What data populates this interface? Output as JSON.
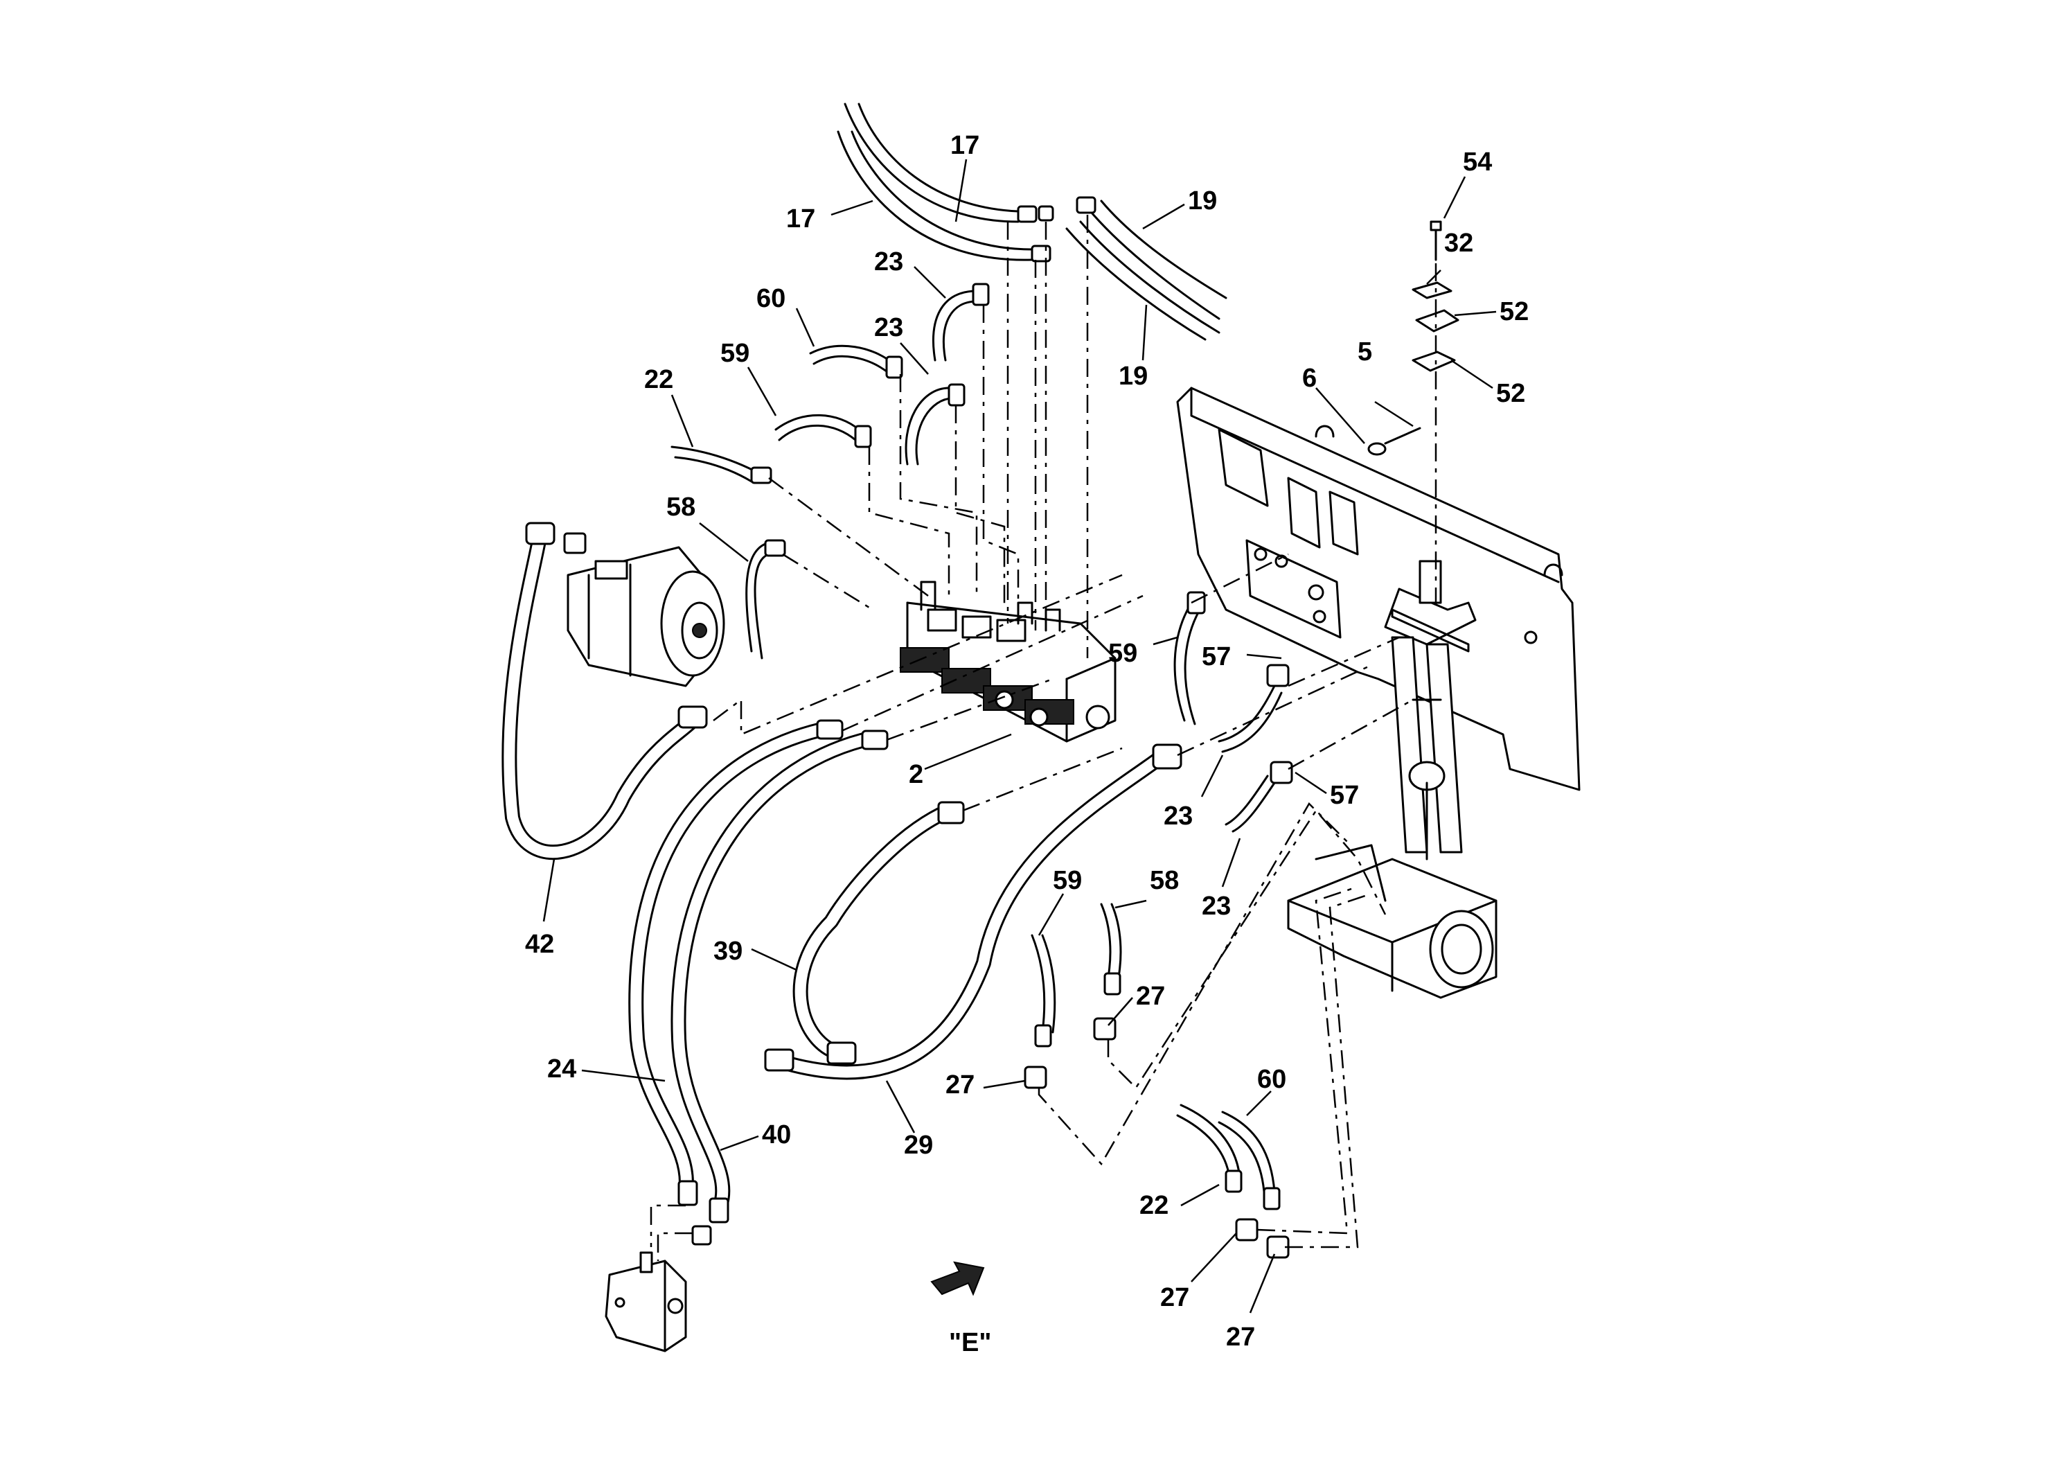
{
  "diagram": {
    "view_label": "\"E\"",
    "callouts": [
      {
        "id": "c-17a",
        "text": "17"
      },
      {
        "id": "c-17b",
        "text": "17"
      },
      {
        "id": "c-19a",
        "text": "19"
      },
      {
        "id": "c-19b",
        "text": "19"
      },
      {
        "id": "c-23a",
        "text": "23"
      },
      {
        "id": "c-23b",
        "text": "23"
      },
      {
        "id": "c-60a",
        "text": "60"
      },
      {
        "id": "c-59a",
        "text": "59"
      },
      {
        "id": "c-22a",
        "text": "22"
      },
      {
        "id": "c-58a",
        "text": "58"
      },
      {
        "id": "c-54",
        "text": "54"
      },
      {
        "id": "c-32",
        "text": "32"
      },
      {
        "id": "c-52a",
        "text": "52"
      },
      {
        "id": "c-52b",
        "text": "52"
      },
      {
        "id": "c-5",
        "text": "5"
      },
      {
        "id": "c-6",
        "text": "6"
      },
      {
        "id": "c-59b",
        "text": "59"
      },
      {
        "id": "c-57a",
        "text": "57"
      },
      {
        "id": "c-57b",
        "text": "57"
      },
      {
        "id": "c-23c",
        "text": "23"
      },
      {
        "id": "c-23d",
        "text": "23"
      },
      {
        "id": "c-2",
        "text": "2"
      },
      {
        "id": "c-42",
        "text": "42"
      },
      {
        "id": "c-39",
        "text": "39"
      },
      {
        "id": "c-59c",
        "text": "59"
      },
      {
        "id": "c-58b",
        "text": "58"
      },
      {
        "id": "c-27a",
        "text": "27"
      },
      {
        "id": "c-27b",
        "text": "27"
      },
      {
        "id": "c-24",
        "text": "24"
      },
      {
        "id": "c-40",
        "text": "40"
      },
      {
        "id": "c-29",
        "text": "29"
      },
      {
        "id": "c-60b",
        "text": "60"
      },
      {
        "id": "c-22b",
        "text": "22"
      },
      {
        "id": "c-27c",
        "text": "27"
      },
      {
        "id": "c-27d",
        "text": "27"
      }
    ]
  }
}
